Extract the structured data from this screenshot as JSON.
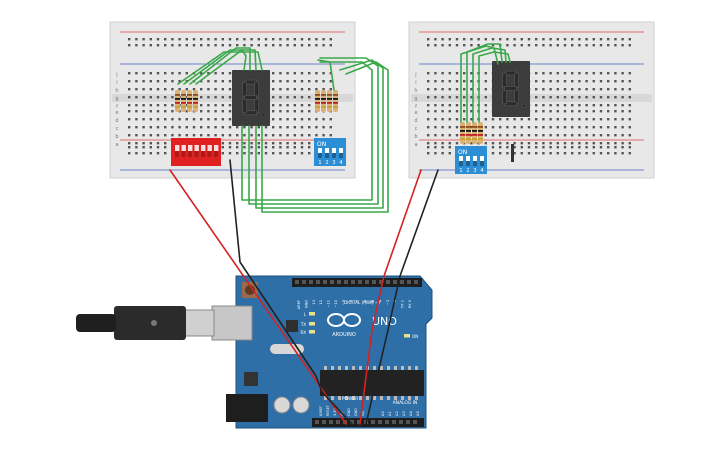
{
  "board": {
    "name_text": "ARDUINO",
    "model_text": "UNO",
    "digital_label": "DIGITAL (PWM ~)",
    "power_label": "POWER",
    "analog_label": "ANALOG IN",
    "on_label": "ON",
    "l_label": "L",
    "tx_label": "TX",
    "rx_label": "RX",
    "aref_label": "AREF",
    "gnd_label": "GND",
    "digital_pins": [
      "13",
      "12",
      "~11",
      "~10",
      "~9",
      "8",
      "7",
      "~6",
      "~5",
      "4",
      "~3",
      "2",
      "TX 1",
      "RX 0"
    ],
    "power_pins": [
      "IOREF",
      "RESET",
      "3.3V",
      "5V",
      "GND",
      "GND",
      "Vin"
    ],
    "analog_pins": [
      "A0",
      "A1",
      "A2",
      "A3",
      "A4",
      "A5"
    ]
  },
  "left_breadboard": {
    "row_letters_top": [
      "j",
      "i",
      "h",
      "g",
      "f"
    ],
    "row_letters_bottom": [
      "e",
      "d",
      "c",
      "b",
      "a"
    ],
    "dip_switch_blue": {
      "on_label": "ON",
      "numbers": [
        "1",
        "2",
        "3",
        "4"
      ]
    }
  },
  "right_breadboard": {
    "row_letters_top": [
      "j",
      "i",
      "h",
      "g",
      "f"
    ],
    "row_letters_bottom": [
      "e",
      "d",
      "c",
      "b",
      "a"
    ],
    "dip_switch_blue": {
      "on_label": "ON",
      "numbers": [
        "1",
        "2",
        "3",
        "4"
      ]
    }
  },
  "colors": {
    "breadboard": "#e8e8e8",
    "arduino": "#2e6fa8",
    "wire_green": "#3aa84a",
    "wire_red": "#d42222",
    "wire_black": "#222222",
    "dip_red": "#e02121",
    "dip_blue": "#2c8fd6",
    "display_body": "#3c3c3c"
  }
}
